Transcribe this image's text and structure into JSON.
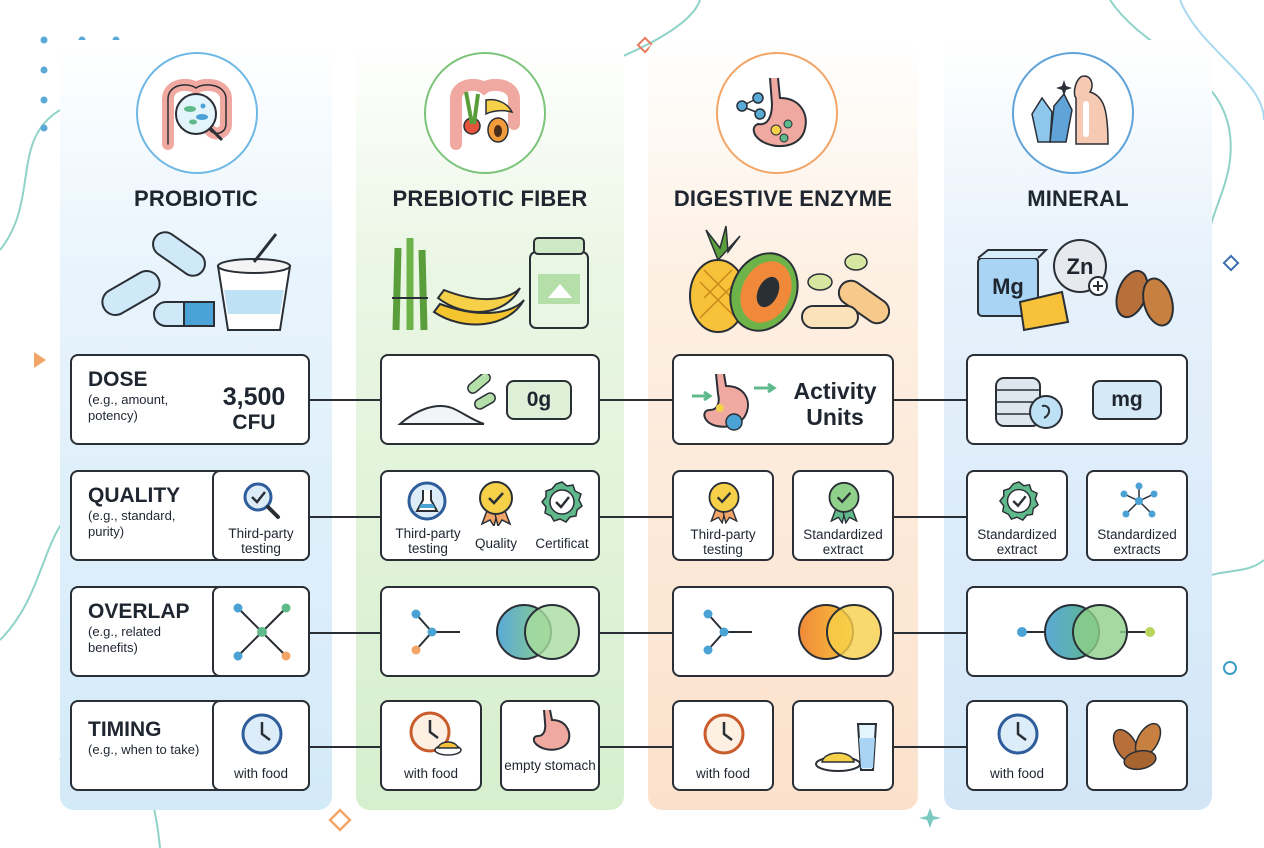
{
  "columns": [
    {
      "title": "PROBIOTIC",
      "accent": "#6fb8e6"
    },
    {
      "title": "PREBIOTIC FIBER",
      "accent": "#7cc47a"
    },
    {
      "title": "DIGESTIVE ENZYME",
      "accent": "#f2a566"
    },
    {
      "title": "MINERAL",
      "accent": "#5fa3d9"
    }
  ],
  "rows": {
    "dose": {
      "label": "DOSE",
      "sub": "(e.g., amount, potency)"
    },
    "quality": {
      "label": "QUALITY",
      "sub": "(e.g., standard, purity)"
    },
    "overlap": {
      "label": "OVERLAP",
      "sub": "(e.g., related benefits)"
    },
    "timing": {
      "label": "TIMING",
      "sub": "(e.g., when to take)"
    }
  },
  "probiotic": {
    "dose_value": "3,500",
    "dose_unit": "CFU",
    "quality_caption": "Third-party testing",
    "timing_caption": "with food"
  },
  "prebiotic": {
    "dose_value": "0g",
    "quality": [
      "Third-party testing",
      "Quality",
      "Certificat"
    ],
    "timing": [
      "with food",
      "empty stomach"
    ]
  },
  "enzyme": {
    "dose_value": "Activity Units",
    "quality": [
      "Third-party testing",
      "Standardized extract"
    ],
    "timing_caption": "with food"
  },
  "mineral": {
    "illus_labels": [
      "Mg",
      "Zn"
    ],
    "dose_value": "mg",
    "quality": [
      "Standardized extract",
      "Standardized extracts"
    ],
    "timing_caption": "with food"
  },
  "icons": [
    "intestine-bacteria-icon",
    "intestine-produce-icon",
    "stomach-enzyme-icon",
    "crystal-body-icon",
    "capsule-icon",
    "yogurt-cup-icon",
    "asparagus-icon",
    "banana-icon",
    "powder-jar-icon",
    "pineapple-icon",
    "papaya-icon",
    "enzyme-pill-icon",
    "mg-cube-icon",
    "zn-sphere-icon",
    "cheese-icon",
    "almond-icon",
    "magnifier-check-icon",
    "flask-badge-icon",
    "award-ribbon-icon",
    "certificate-check-icon",
    "network-icon",
    "venn-icon",
    "clock-icon",
    "plate-food-icon",
    "stomach-icon",
    "water-glass-icon",
    "coin-stack-icon",
    "powder-pile-icon"
  ]
}
